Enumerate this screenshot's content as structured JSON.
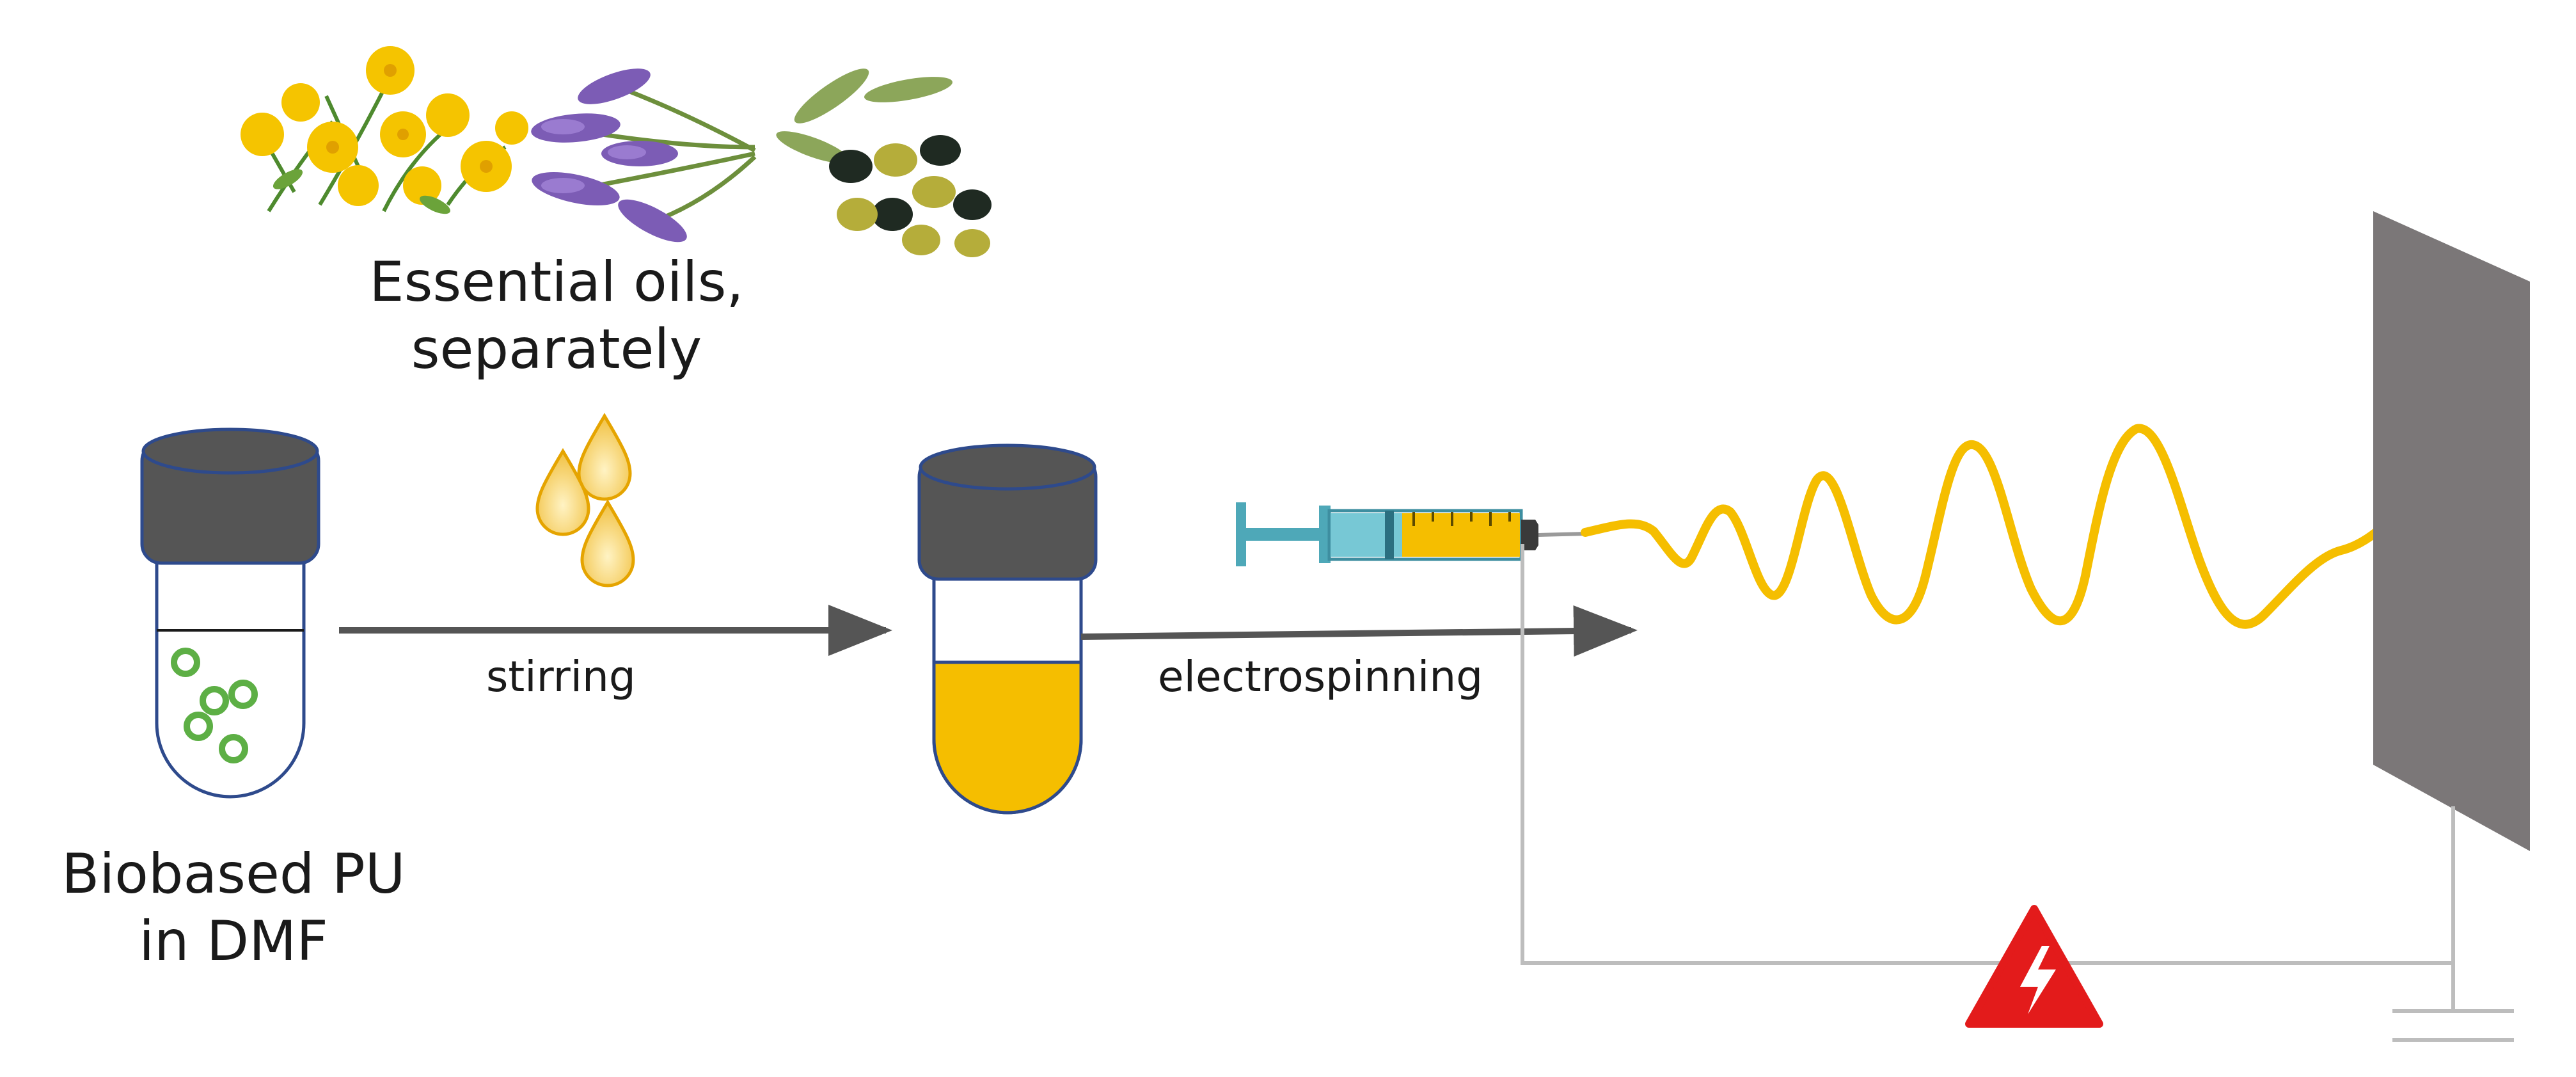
{
  "labels": {
    "essential_oils_line1": "Essential oils,",
    "essential_oils_line2": "separately",
    "stirring": "stirring",
    "electrospinning": "electrospinning",
    "biobased_line1": "Biobased PU",
    "biobased_line2": "in DMF"
  },
  "icons": [
    "yellow-flowers-icon",
    "lavender-icon",
    "olives-icon",
    "oil-drops-icon",
    "syringe-icon",
    "high-voltage-warning-icon",
    "ground-icon"
  ],
  "colors": {
    "fiber": "#F5BE00",
    "solution": "#F5BE00",
    "cap": "#555555",
    "tube_outline": "#2E4A8C",
    "bubbles": "#5DAF45",
    "collector": "#7B7778",
    "arrow": "#555555",
    "circuit": "#BDBDBD",
    "warning": "#E31B1B"
  }
}
